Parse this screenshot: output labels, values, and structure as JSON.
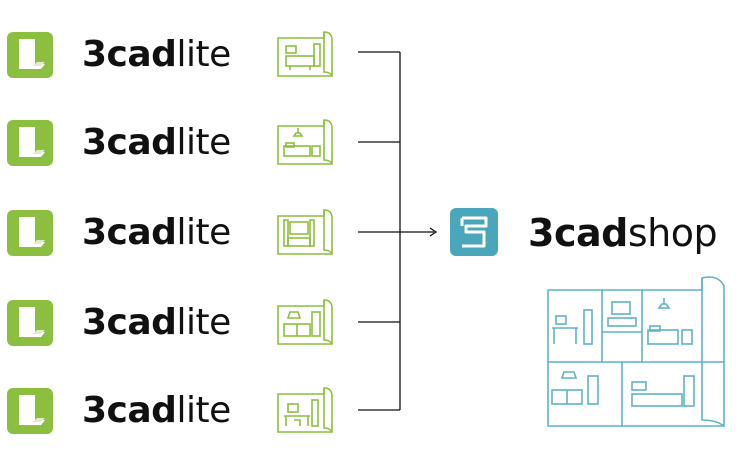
{
  "sources": [
    {
      "brand_prefix": "3cad",
      "brand_suffix": "lite",
      "room": "living-room"
    },
    {
      "brand_prefix": "3cad",
      "brand_suffix": "lite",
      "room": "bedroom"
    },
    {
      "brand_prefix": "3cad",
      "brand_suffix": "lite",
      "room": "tv-room"
    },
    {
      "brand_prefix": "3cad",
      "brand_suffix": "lite",
      "room": "kitchen"
    },
    {
      "brand_prefix": "3cad",
      "brand_suffix": "lite",
      "room": "office"
    }
  ],
  "target": {
    "brand_prefix": "3cad",
    "brand_suffix": "shop"
  },
  "colors": {
    "lite_green": "#8cbf3f",
    "shop_teal": "#4aa6bb",
    "plan_green": "#8cbf3f",
    "plan_teal": "#5fb3c4",
    "line": "#111111"
  },
  "icons": {
    "lite_app": "3cad-lite-app-icon",
    "shop_app": "3cad-shop-app-icon",
    "room_plan": "floor-plan-icon",
    "arrow": "arrow-right-icon"
  }
}
